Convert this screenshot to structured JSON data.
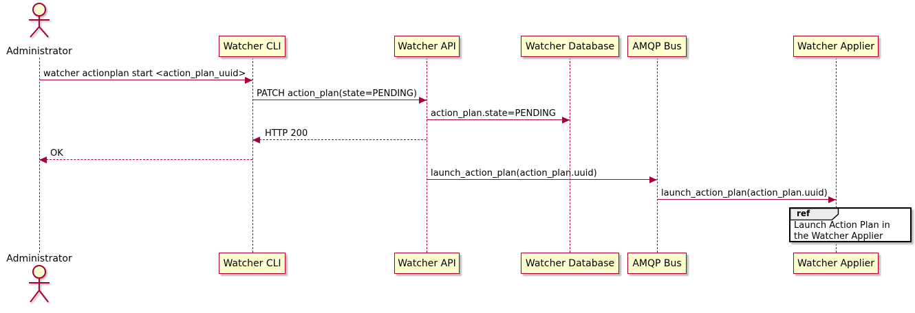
{
  "diagram_type": "sequence",
  "actor": {
    "name": "Administrator"
  },
  "participants": [
    {
      "label": "Watcher CLI"
    },
    {
      "label": "Watcher API"
    },
    {
      "label": "Watcher Database"
    },
    {
      "label": "AMQP Bus"
    },
    {
      "label": "Watcher Applier"
    }
  ],
  "messages": [
    {
      "from": "Administrator",
      "to": "Watcher CLI",
      "label": "watcher actionplan start <action_plan_uuid>",
      "line": "solid",
      "direction": "right"
    },
    {
      "from": "Watcher CLI",
      "to": "Watcher API",
      "label": "PATCH action_plan(state=PENDING)",
      "line": "solid",
      "direction": "right"
    },
    {
      "from": "Watcher API",
      "to": "Watcher Database",
      "label": "action_plan.state=PENDING",
      "line": "solid",
      "direction": "right"
    },
    {
      "from": "Watcher API",
      "to": "Watcher CLI",
      "label": "HTTP 200",
      "line": "dashed",
      "direction": "left"
    },
    {
      "from": "Watcher CLI",
      "to": "Administrator",
      "label": "OK",
      "line": "dashed",
      "direction": "left"
    },
    {
      "from": "Watcher API",
      "to": "AMQP Bus",
      "label": "launch_action_plan(action_plan.uuid)",
      "line": "solid",
      "direction": "right"
    },
    {
      "from": "AMQP Bus",
      "to": "Watcher Applier",
      "label": "launch_action_plan(action_plan.uuid)",
      "line": "solid",
      "direction": "right"
    }
  ],
  "ref": {
    "keyword": "ref",
    "text": "Launch Action Plan in the Watcher Applier",
    "over": "Watcher Applier"
  },
  "colors": {
    "line": "#A80036",
    "participant_fill": "#FEFECE",
    "ref_header_fill": "#EEEEEE",
    "text": "#000000"
  }
}
